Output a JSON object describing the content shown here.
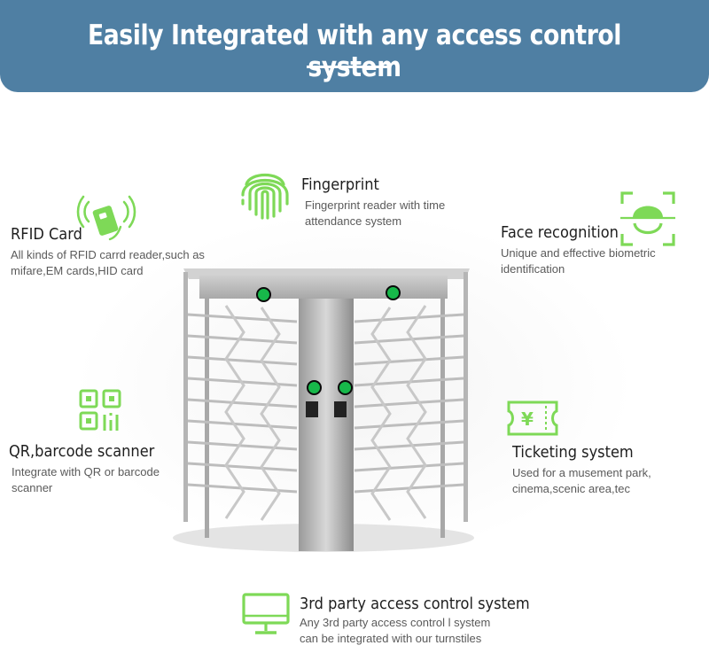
{
  "header": {
    "title": "Easily Integrated with any access control system"
  },
  "features": {
    "fingerprint": {
      "icon": "fingerprint-icon",
      "title": "Fingerprint",
      "desc1": "Fingerprint reader with time",
      "desc2": "attendance system"
    },
    "rfid": {
      "icon": "rfid-card-icon",
      "title": "RFID Card",
      "desc1": "All kinds of RFID carrd reader,such as",
      "desc2": "mifare,EM cards,HID card"
    },
    "face": {
      "icon": "face-recognition-icon",
      "title": "Face recognition",
      "desc1": "Unique and effective biometric",
      "desc2": "identification"
    },
    "qr": {
      "icon": "qr-code-icon",
      "title": "QR,barcode scanner",
      "desc1": "Integrate with QR or barcode",
      "desc2": "scanner"
    },
    "ticketing": {
      "icon": "ticket-icon",
      "title": "Ticketing system",
      "desc1": "Used for a musement park,",
      "desc2": "cinema,scenic area,tec"
    },
    "third_party": {
      "icon": "monitor-icon",
      "title": "3rd party access control system",
      "desc1": "Any 3rd party access control l system",
      "desc2": "can be integrated with our turnstiles"
    }
  },
  "colors": {
    "header_bg": "#4f7fa3",
    "icon_green": "#7ed957",
    "led_green": "#17b84a"
  },
  "image": {
    "subject": "full-height-turnstile-image"
  }
}
